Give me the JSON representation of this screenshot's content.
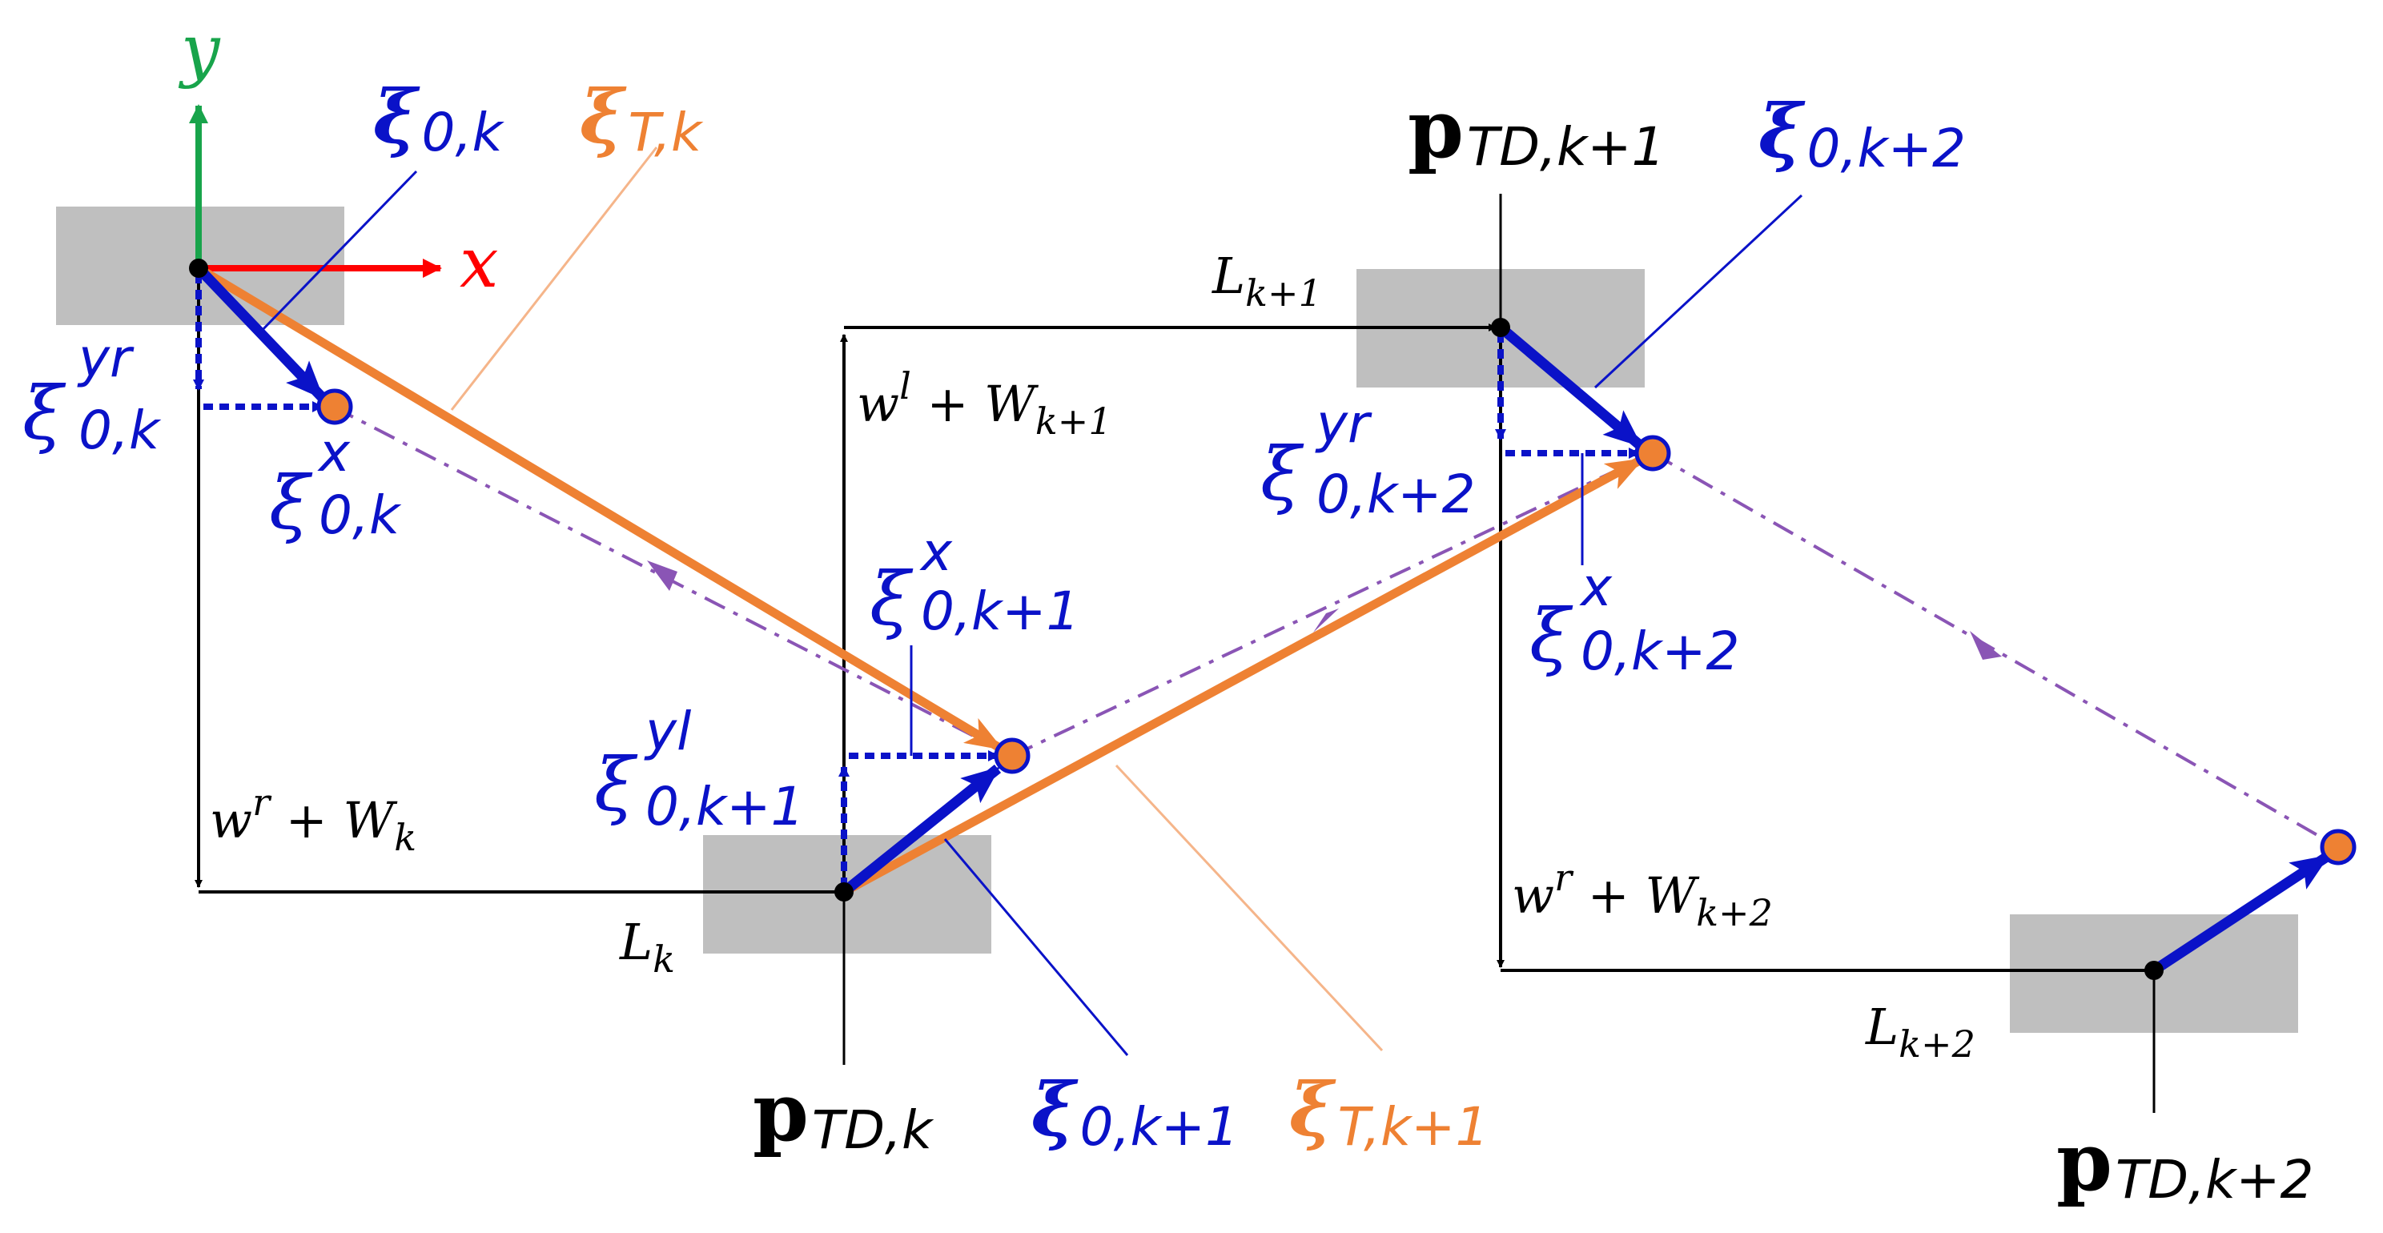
{
  "colors": {
    "blue": "#0a12c8",
    "orange": "#ee8133",
    "purple": "#8a55b5",
    "gray_box": "#bfbfbf",
    "black": "#000000",
    "green": "#18a44b",
    "red": "#ff0000",
    "leader_orange": "#f5b58a"
  },
  "axes": {
    "y_label": "y",
    "x_label": "x"
  },
  "labels": {
    "xi_main_k": {
      "sym": "ξ",
      "sub": "0,k"
    },
    "xi_T_k": {
      "sym": "ξ",
      "sub": "T,k"
    },
    "xi_yr_k": {
      "sym": "ξ",
      "sup": "yr",
      "sub": "0,k"
    },
    "xi_x_k": {
      "sym": "ξ",
      "sup": "x",
      "sub": "0,k"
    },
    "xi_x_k1": {
      "sym": "ξ",
      "sup": "x",
      "sub": "0,k+1"
    },
    "xi_yl_k1": {
      "sym": "ξ",
      "sup": "yl",
      "sub": "0,k+1"
    },
    "xi_main_k1": {
      "sym": "ξ",
      "sub": "0,k+1"
    },
    "xi_T_k1": {
      "sym": "ξ",
      "sub": "T,k+1"
    },
    "p_TD_k": {
      "sym": "p",
      "sub": "TD,k"
    },
    "p_TD_k1": {
      "sym": "p",
      "sub": "TD,k+1"
    },
    "xi_main_k2": {
      "sym": "ξ",
      "sub": "0,k+2"
    },
    "xi_yr_k2": {
      "sym": "ξ",
      "sup": "yr",
      "sub": "0,k+2"
    },
    "xi_x_k2": {
      "sym": "ξ",
      "sup": "x",
      "sub": "0,k+2"
    },
    "p_TD_k2": {
      "sym": "p",
      "sub": "TD,k+2"
    },
    "wr_Wk": {
      "a": "w",
      "a_sup": "r",
      "op": " + ",
      "b": "W",
      "b_sub": "k"
    },
    "wl_Wk1": {
      "a": "w",
      "a_sup": "l",
      "op": " + ",
      "b": "W",
      "b_sub": "k+1"
    },
    "wr_Wk2": {
      "a": "w",
      "a_sup": "r",
      "op": " + ",
      "b": "W",
      "b_sub": "k+2"
    },
    "L_k": {
      "a": "L",
      "a_sub": "k"
    },
    "L_k1": {
      "a": "L",
      "a_sub": "k+1"
    },
    "L_k2": {
      "a": "L",
      "a_sub": "k+2"
    }
  }
}
